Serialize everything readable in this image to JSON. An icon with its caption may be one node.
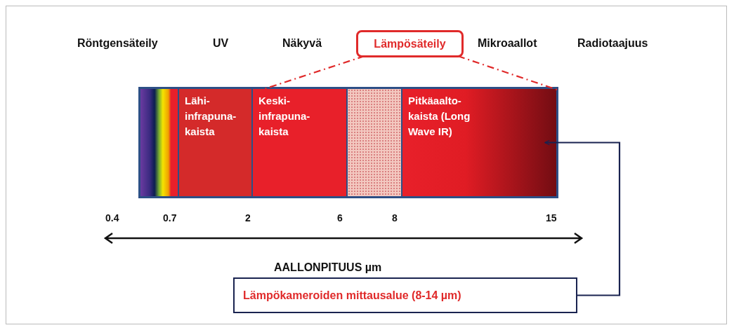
{
  "diagram": {
    "nodes": [
      {
        "text": [
          "Lämpösäteily"
        ]
      },
      {
        "text": [],
        "shape": "bar"
      },
      {
        "text": [
          "Lähi- infrapuna- kaista"
        ],
        "in": 1
      },
      {
        "text": [
          "Keski- infrapuna- kaista"
        ],
        "in": 1
      },
      {
        "text": [],
        "shape": "bar",
        "in": 1
      },
      {
        "text": [
          "Pitkäaalto- kaista (Long Wave IR)"
        ],
        "in": 1
      },
      {
        "text": [
          "Lämpökameroiden mittausalue (8-14 µm)"
        ]
      }
    ],
    "edges": [
      {
        "from": 0,
        "to": 3,
        "arrow": "none",
        "style": "dashed",
        "color": "#e02a2a"
      },
      {
        "from": 0,
        "to": 5,
        "arrow": "none",
        "style": "dashed",
        "color": "#e02a2a"
      },
      {
        "from": 6,
        "to": 5,
        "arrow": "to",
        "color": "#1a2350"
      }
    ],
    "labels": [
      "Röntgensäteily",
      "UV",
      "Näkyvä",
      "Mikroaallot",
      "Radiotaajuus",
      "0.4",
      "0.7",
      "2",
      "6",
      "8",
      "15",
      "AALLONPITUUS µm"
    ]
  }
}
